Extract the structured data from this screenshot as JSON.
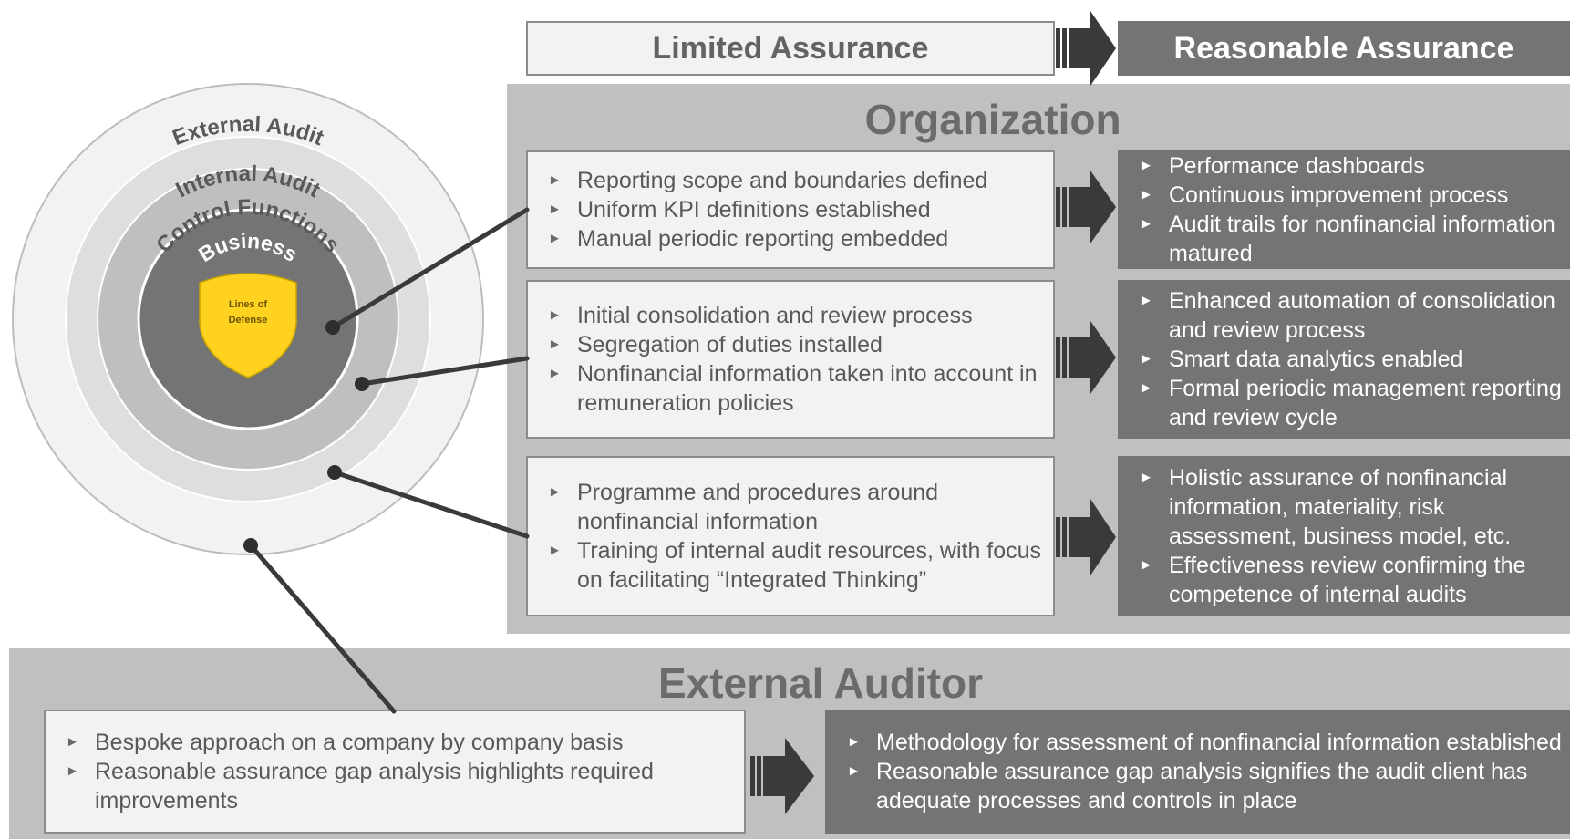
{
  "header": {
    "limited_label": "Limited Assurance",
    "reasonable_label": "Reasonable Assurance"
  },
  "circles": {
    "external_audit": "External Audit",
    "internal_audit": "Internal Audit",
    "control_functions": "Control Functions",
    "business": "Business",
    "shield_line1": "Lines of",
    "shield_line2": "Defense"
  },
  "organization": {
    "title": "Organization",
    "rows": [
      {
        "limited": [
          "Reporting scope and boundaries defined",
          "Uniform KPI definitions established",
          "Manual periodic reporting embedded"
        ],
        "reasonable": [
          "Performance dashboards",
          "Continuous improvement process",
          "Audit trails for nonfinancial information matured"
        ]
      },
      {
        "limited": [
          "Initial consolidation and review process",
          "Segregation of duties installed",
          "Nonfinancial information taken into account in remuneration policies"
        ],
        "reasonable": [
          "Enhanced automation of consolidation and review process",
          "Smart data analytics enabled",
          "Formal periodic management reporting and review cycle"
        ]
      },
      {
        "limited": [
          "Programme and procedures around nonfinancial information",
          "Training of internal audit resources, with focus on facilitating “Integrated Thinking”"
        ],
        "reasonable": [
          "Holistic assurance of nonfinancial information, materiality, risk assessment, business model, etc.",
          "Effectiveness review confirming the competence of internal audits"
        ]
      }
    ]
  },
  "external_auditor": {
    "title": "External Auditor",
    "limited": [
      "Bespoke approach on a company by company basis",
      "Reasonable assurance gap analysis highlights required improvements"
    ],
    "reasonable": [
      "Methodology for assessment of nonfinancial information established",
      "Reasonable assurance gap analysis signifies the audit client has adequate processes and controls in place"
    ]
  },
  "colors": {
    "band": "#c0c0c0",
    "dark_box": "#747474",
    "light_box": "#f2f2f2",
    "arrow": "#3a3a3a",
    "shield": "#ffd21f",
    "ring_outer": "#f2f2f2",
    "ring_internal": "#dedede",
    "ring_control": "#bfbfbf",
    "core": "#747474"
  }
}
